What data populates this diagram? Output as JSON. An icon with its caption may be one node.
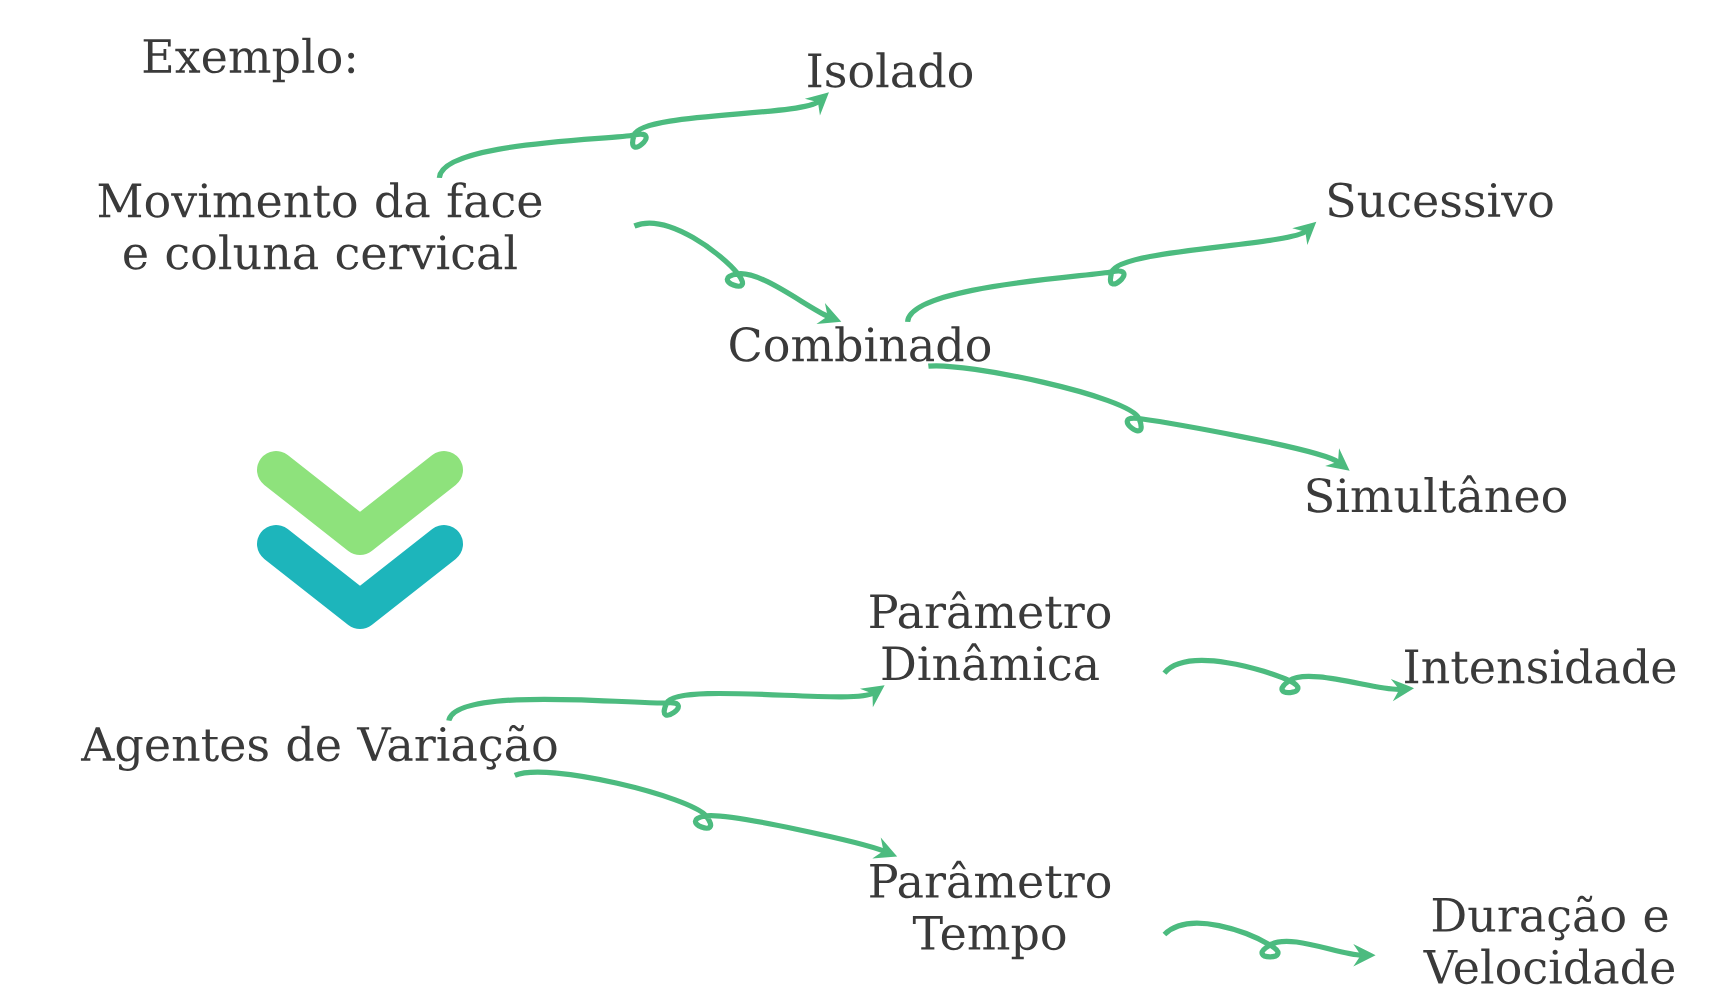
{
  "diagram": {
    "nodes": [
      {
        "text": [
          "Movimento da face e coluna cervical"
        ]
      },
      {
        "text": [
          "Isolado"
        ]
      },
      {
        "text": [
          "Combinado"
        ]
      },
      {
        "text": [
          "Sucessivo"
        ]
      },
      {
        "text": [
          "Simultâneo"
        ]
      },
      {
        "text": [
          "Agentes de Variação"
        ]
      },
      {
        "text": [
          "Parâmetro Dinâmica"
        ]
      },
      {
        "text": [
          "Intensidade"
        ]
      },
      {
        "text": [
          "Parâmetro Tempo"
        ]
      },
      {
        "text": [
          "Duração e Velocidade"
        ]
      }
    ],
    "edges": [
      {
        "from": 0,
        "to": 1,
        "arrow": "to"
      },
      {
        "from": 0,
        "to": 2,
        "arrow": "to"
      },
      {
        "from": 2,
        "to": 3,
        "arrow": "to"
      },
      {
        "from": 2,
        "to": 4,
        "arrow": "to"
      },
      {
        "from": 5,
        "to": 6,
        "arrow": "to"
      },
      {
        "from": 5,
        "to": 8,
        "arrow": "to"
      },
      {
        "from": 6,
        "to": 7,
        "arrow": "to"
      },
      {
        "from": 8,
        "to": 9,
        "arrow": "to"
      }
    ],
    "labels": [
      "Exemplo:"
    ]
  }
}
